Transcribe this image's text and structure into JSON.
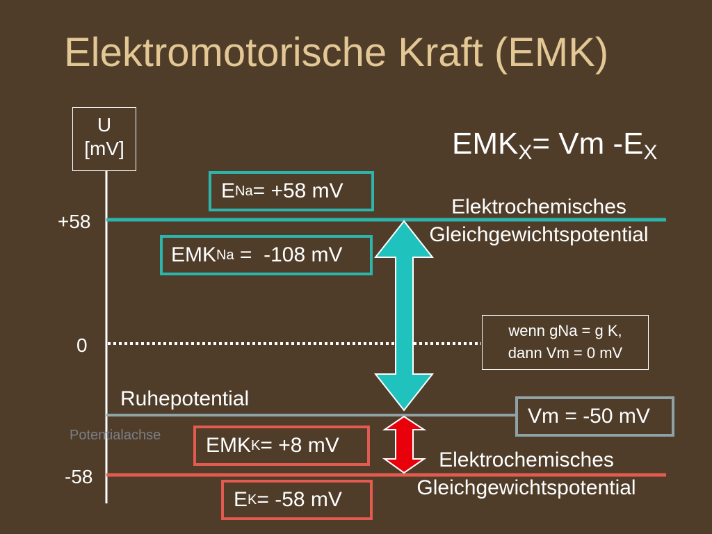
{
  "title": "Elektromotorische Kraft (EMK)",
  "axis": {
    "unit_line1": "U",
    "unit_line2": "[mV]",
    "tick_plus58": "+58",
    "tick_zero": "0",
    "tick_minus58": "-58",
    "axis_title": "Potentialachse"
  },
  "formula": {
    "emk": "EMK",
    "sub_x1": "X",
    "eq": "= Vm -E",
    "sub_x2": "X"
  },
  "na_box": {
    "prefix": "E",
    "sub": "Na",
    "value": " = +58 mV"
  },
  "emk_na_box": {
    "prefix": "EMK",
    "sub": "Na",
    "value": " =  -108 mV"
  },
  "k_box": {
    "prefix": "E",
    "sub": "K",
    "value": " = -58 mV"
  },
  "emk_k_box": {
    "prefix": "EMK",
    "sub": "K",
    "value": " = +8 mV"
  },
  "vm_box": {
    "text": "Vm = -50 mV"
  },
  "top_label": {
    "line1": "Elektrochemisches",
    "line2": "Gleichgewichtspotential"
  },
  "bottom_label": {
    "line1": "Elektrochemisches",
    "line2": "Gleichgewichtspotential"
  },
  "rest_label": "Ruhepotential",
  "note": {
    "line1": "wenn gNa = g K,",
    "line2": "dann Vm = 0 mV"
  },
  "colors": {
    "background": "#4f3d29",
    "title": "#e3c896",
    "na_line": "#2bb5ad",
    "k_line": "#e35a50",
    "rest_line": "#8fa2a6",
    "na_arrow": "#20c2bd",
    "k_arrow": "#e8000b"
  }
}
